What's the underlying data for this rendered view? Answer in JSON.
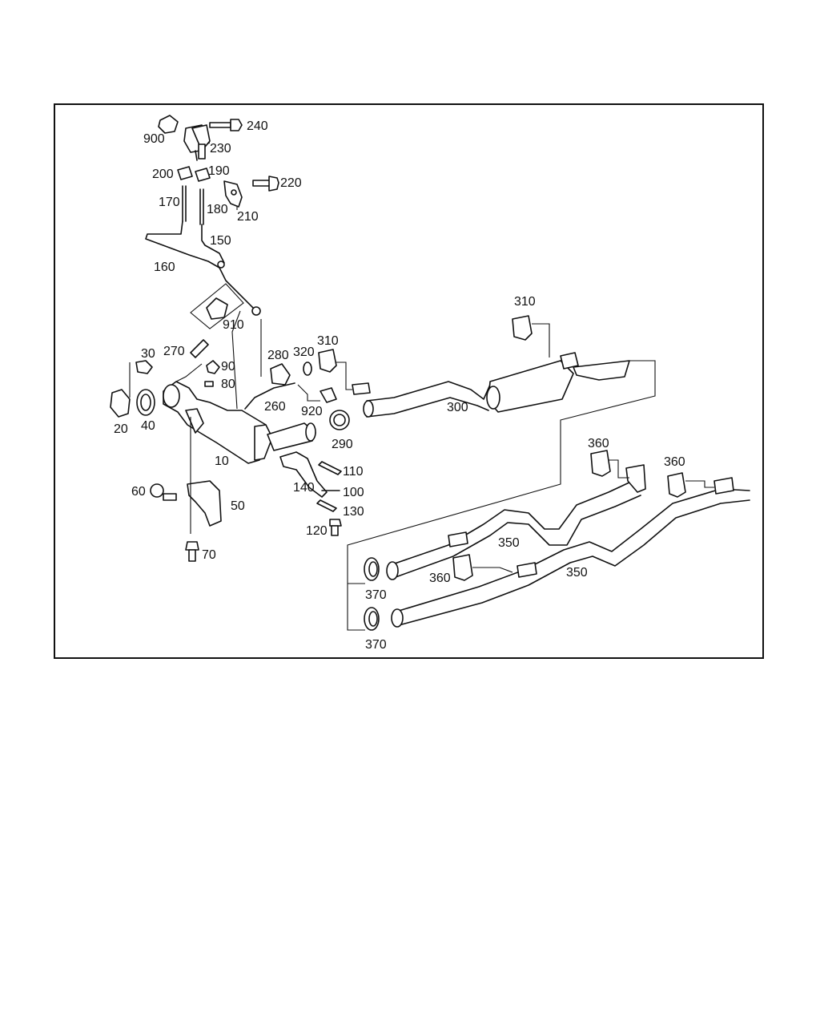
{
  "diagram": {
    "labels": {
      "p10": "10",
      "p20": "20",
      "p30": "30",
      "p40": "40",
      "p50": "50",
      "p60": "60",
      "p70": "70",
      "p80": "80",
      "p90": "90",
      "p100": "100",
      "p110": "110",
      "p120": "120",
      "p130": "130",
      "p140": "140",
      "p150": "150",
      "p160": "160",
      "p170": "170",
      "p180": "180",
      "p190": "190",
      "p200": "200",
      "p210": "210",
      "p220": "220",
      "p230": "230",
      "p240": "240",
      "p260": "260",
      "p270": "270",
      "p280": "280",
      "p290": "290",
      "p300": "300",
      "p310a": "310",
      "p310b": "310",
      "p320": "320",
      "p350a": "350",
      "p350b": "350",
      "p360a": "360",
      "p360b": "360",
      "p360c": "360",
      "p370a": "370",
      "p370b": "370",
      "p900": "900",
      "p910": "910",
      "p920": "920"
    }
  },
  "colors": {
    "ink": "#111111",
    "background": "#ffffff"
  }
}
